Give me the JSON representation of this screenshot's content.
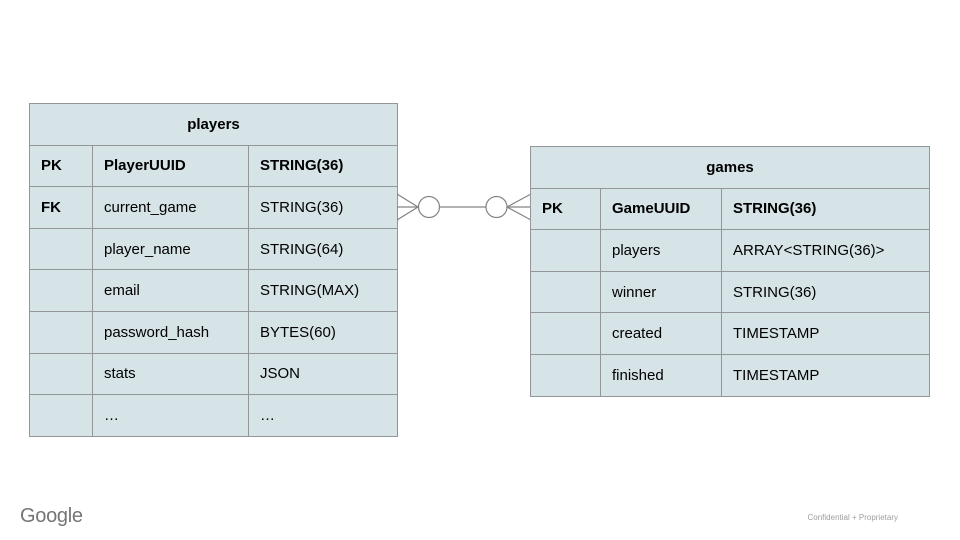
{
  "slide": {
    "background": "#ffffff"
  },
  "colors": {
    "slide_bg": "#ffffff",
    "table_fill": "#d6e3e7",
    "table_border": "#939698",
    "connector_stroke": "#808487",
    "text": "#000000",
    "logo": "#757575",
    "footer": "#9e9e9e"
  },
  "branding": {
    "logo_text": "Google",
    "footer_note": "Confidential + Proprietary"
  },
  "diagram": {
    "relationship": {
      "name": "players-to-games",
      "left_end": "zero-or-many (crow's foot + circle at players.current_game)",
      "right_end": "zero-or-many (circle + crow's foot at games.GameUUID)"
    },
    "tables": [
      {
        "id": "players",
        "title": "players",
        "rows": [
          {
            "key": "PK",
            "field": "PlayerUUID",
            "type": "STRING(36)",
            "bold": true
          },
          {
            "key": "FK",
            "field": "current_game",
            "type": "STRING(36)",
            "bold": false
          },
          {
            "key": "",
            "field": "player_name",
            "type": "STRING(64)",
            "bold": false
          },
          {
            "key": "",
            "field": "email",
            "type": "STRING(MAX)",
            "bold": false
          },
          {
            "key": "",
            "field": "password_hash",
            "type": "BYTES(60)",
            "bold": false
          },
          {
            "key": "",
            "field": "stats",
            "type": "JSON",
            "bold": false
          },
          {
            "key": "",
            "field": "…",
            "type": "…",
            "bold": false
          }
        ]
      },
      {
        "id": "games",
        "title": "games",
        "rows": [
          {
            "key": "PK",
            "field": "GameUUID",
            "type": "STRING(36)",
            "bold": true
          },
          {
            "key": "",
            "field": "players",
            "type": "ARRAY<STRING(36)>",
            "bold": false
          },
          {
            "key": "",
            "field": "winner",
            "type": "STRING(36)",
            "bold": false
          },
          {
            "key": "",
            "field": "created",
            "type": "TIMESTAMP",
            "bold": false
          },
          {
            "key": "",
            "field": "finished",
            "type": "TIMESTAMP",
            "bold": false
          }
        ]
      }
    ]
  }
}
